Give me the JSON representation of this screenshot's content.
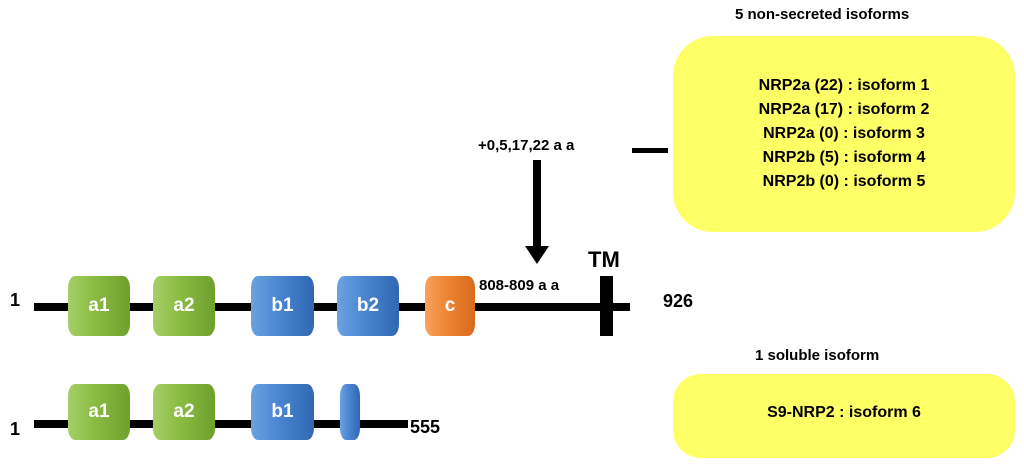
{
  "protein_full": {
    "start_label": "1",
    "end_label": "926",
    "domains": [
      "a1",
      "a2",
      "b1",
      "b2",
      "c"
    ],
    "tm_label": "TM",
    "splice_site_label": "808-809 a a",
    "insertion_label": "+0,5,17,22 a a"
  },
  "protein_soluble": {
    "start_label": "1",
    "end_label": "555",
    "domains": [
      "a1",
      "a2",
      "b1"
    ]
  },
  "non_secreted": {
    "heading": "5 non-secreted isoforms",
    "isoforms": [
      "NRP2a (22) : isoform 1",
      "NRP2a (17) : isoform 2",
      "NRP2a (0) : isoform 3",
      "NRP2b (5) : isoform 4",
      "NRP2b (0) : isoform 5"
    ]
  },
  "soluble": {
    "heading": "1 soluble isoform",
    "isoforms": [
      "S9-NRP2 : isoform 6"
    ]
  },
  "colors": {
    "a_domain": "#8bbd44",
    "b_domain": "#4a85cf",
    "c_domain": "#ee8434",
    "box_fill": "#ffff66"
  }
}
